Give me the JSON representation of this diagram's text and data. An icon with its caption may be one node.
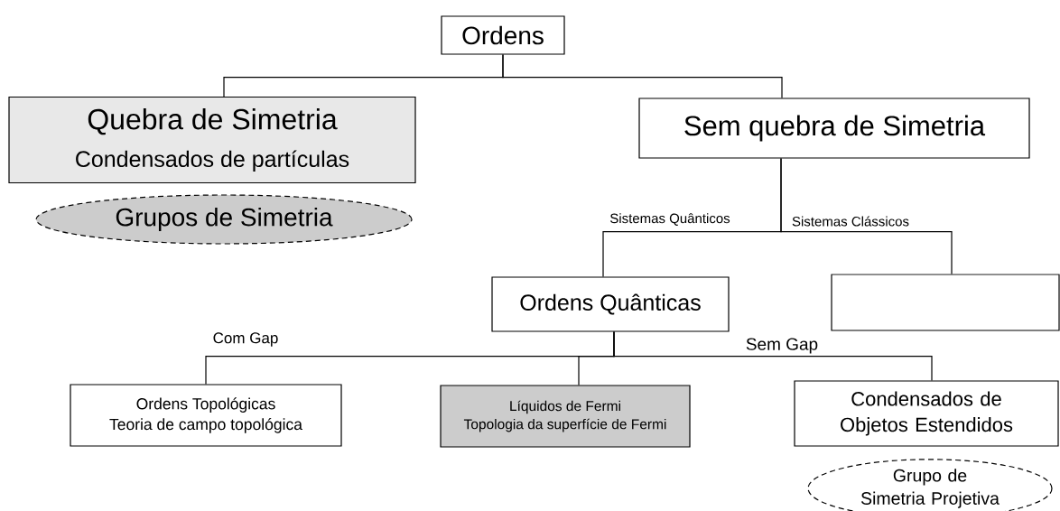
{
  "diagram": {
    "nodes": [
      {
        "text": [
          "Ordens"
        ]
      },
      {
        "text": [
          "Quebra de Simetria",
          "Condensados de partículas"
        ]
      },
      {
        "text": [
          "Grupos de Simetria"
        ]
      },
      {
        "text": [
          "Sem quebra de Simetria"
        ]
      },
      {
        "text": [
          "Ordens Quânticas"
        ]
      },
      {
        "text": [],
        "shape": "box"
      },
      {
        "text": [
          "Ordens Topológicas",
          "Teoria de campo topológica"
        ]
      },
      {
        "text": [
          "Líquidos de Fermi",
          "Topologia da superfície de Fermi"
        ]
      },
      {
        "text": [
          "Condensados de Objetos Estendidos"
        ]
      },
      {
        "text": [
          "Grupo de Simetria Projetiva"
        ]
      }
    ],
    "edges": [
      {
        "from": 0,
        "to": 1,
        "arrow": "none"
      },
      {
        "from": 0,
        "to": 3,
        "arrow": "none"
      },
      {
        "from": 3,
        "to": 4,
        "arrow": "none",
        "label": "Sistemas Quânticos"
      },
      {
        "from": 3,
        "to": 5,
        "arrow": "none",
        "label": "Sistemas Clássicos"
      },
      {
        "from": 4,
        "to": 6,
        "arrow": "none",
        "label": "Com Gap"
      },
      {
        "from": 4,
        "to": 7,
        "arrow": "none"
      },
      {
        "from": 4,
        "to": 8,
        "arrow": "none",
        "label": "Sem Gap"
      }
    ]
  }
}
